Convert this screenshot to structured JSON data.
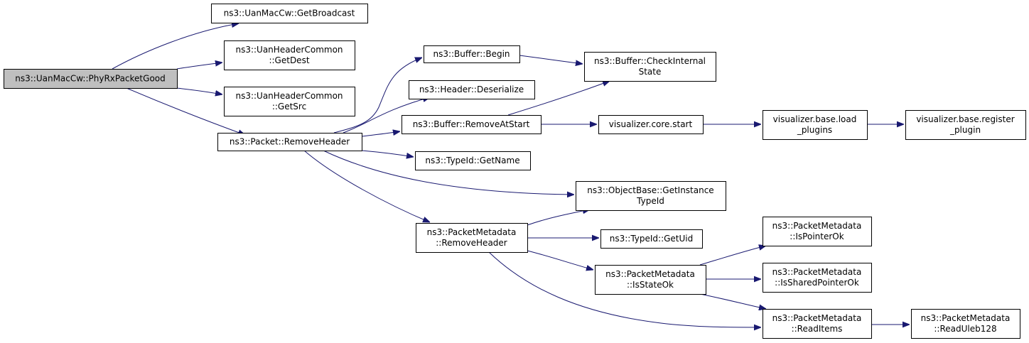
{
  "graph": {
    "colors": {
      "edge": "#191970",
      "root_fill": "#bfbfbf",
      "node_fill": "#ffffff",
      "node_border": "#000000"
    },
    "nodes": [
      {
        "id": "phyrx",
        "lines": [
          "ns3::UanMacCw::PhyRxPacketGood"
        ],
        "root": true
      },
      {
        "id": "getbcast",
        "lines": [
          "ns3::UanMacCw::GetBroadcast"
        ]
      },
      {
        "id": "getdest",
        "lines": [
          "ns3::UanHeaderCommon",
          "::GetDest"
        ]
      },
      {
        "id": "getsrc",
        "lines": [
          "ns3::UanHeaderCommon",
          "::GetSrc"
        ]
      },
      {
        "id": "removehdr",
        "lines": [
          "ns3::Packet::RemoveHeader"
        ]
      },
      {
        "id": "begin",
        "lines": [
          "ns3::Buffer::Begin"
        ]
      },
      {
        "id": "deser",
        "lines": [
          "ns3::Header::Deserialize"
        ]
      },
      {
        "id": "ras",
        "lines": [
          "ns3::Buffer::RemoveAtStart"
        ]
      },
      {
        "id": "getname",
        "lines": [
          "ns3::TypeId::GetName"
        ]
      },
      {
        "id": "pmremove",
        "lines": [
          "ns3::PacketMetadata",
          "::RemoveHeader"
        ]
      },
      {
        "id": "checkint",
        "lines": [
          "ns3::Buffer::CheckInternal",
          "State"
        ]
      },
      {
        "id": "getinst",
        "lines": [
          "ns3::ObjectBase::GetInstance",
          "TypeId"
        ]
      },
      {
        "id": "getuid",
        "lines": [
          "ns3::TypeId::GetUid"
        ]
      },
      {
        "id": "isstate",
        "lines": [
          "ns3::PacketMetadata",
          "::IsStateOk"
        ]
      },
      {
        "id": "vcore",
        "lines": [
          "visualizer.core.start"
        ]
      },
      {
        "id": "vload",
        "lines": [
          "visualizer.base.load",
          "_plugins"
        ]
      },
      {
        "id": "vreg",
        "lines": [
          "visualizer.base.register",
          "_plugin"
        ]
      },
      {
        "id": "isptr",
        "lines": [
          "ns3::PacketMetadata",
          "::IsPointerOk"
        ]
      },
      {
        "id": "isshared",
        "lines": [
          "ns3::PacketMetadata",
          "::IsSharedPointerOk"
        ]
      },
      {
        "id": "readitems",
        "lines": [
          "ns3::PacketMetadata",
          "::ReadItems"
        ]
      },
      {
        "id": "readuleb",
        "lines": [
          "ns3::PacketMetadata",
          "::ReadUleb128"
        ]
      }
    ],
    "edges": [
      [
        "phyrx",
        "getbcast"
      ],
      [
        "phyrx",
        "getdest"
      ],
      [
        "phyrx",
        "getsrc"
      ],
      [
        "phyrx",
        "removehdr"
      ],
      [
        "removehdr",
        "begin"
      ],
      [
        "removehdr",
        "deser"
      ],
      [
        "removehdr",
        "ras"
      ],
      [
        "removehdr",
        "getname"
      ],
      [
        "removehdr",
        "getinst"
      ],
      [
        "removehdr",
        "pmremove"
      ],
      [
        "begin",
        "checkint"
      ],
      [
        "ras",
        "checkint"
      ],
      [
        "ras",
        "vcore"
      ],
      [
        "vcore",
        "vload"
      ],
      [
        "vload",
        "vreg"
      ],
      [
        "pmremove",
        "getinst"
      ],
      [
        "pmremove",
        "getuid"
      ],
      [
        "pmremove",
        "isstate"
      ],
      [
        "pmremove",
        "readitems"
      ],
      [
        "isstate",
        "isptr"
      ],
      [
        "isstate",
        "isshared"
      ],
      [
        "isstate",
        "readitems"
      ],
      [
        "readitems",
        "readuleb"
      ]
    ]
  }
}
